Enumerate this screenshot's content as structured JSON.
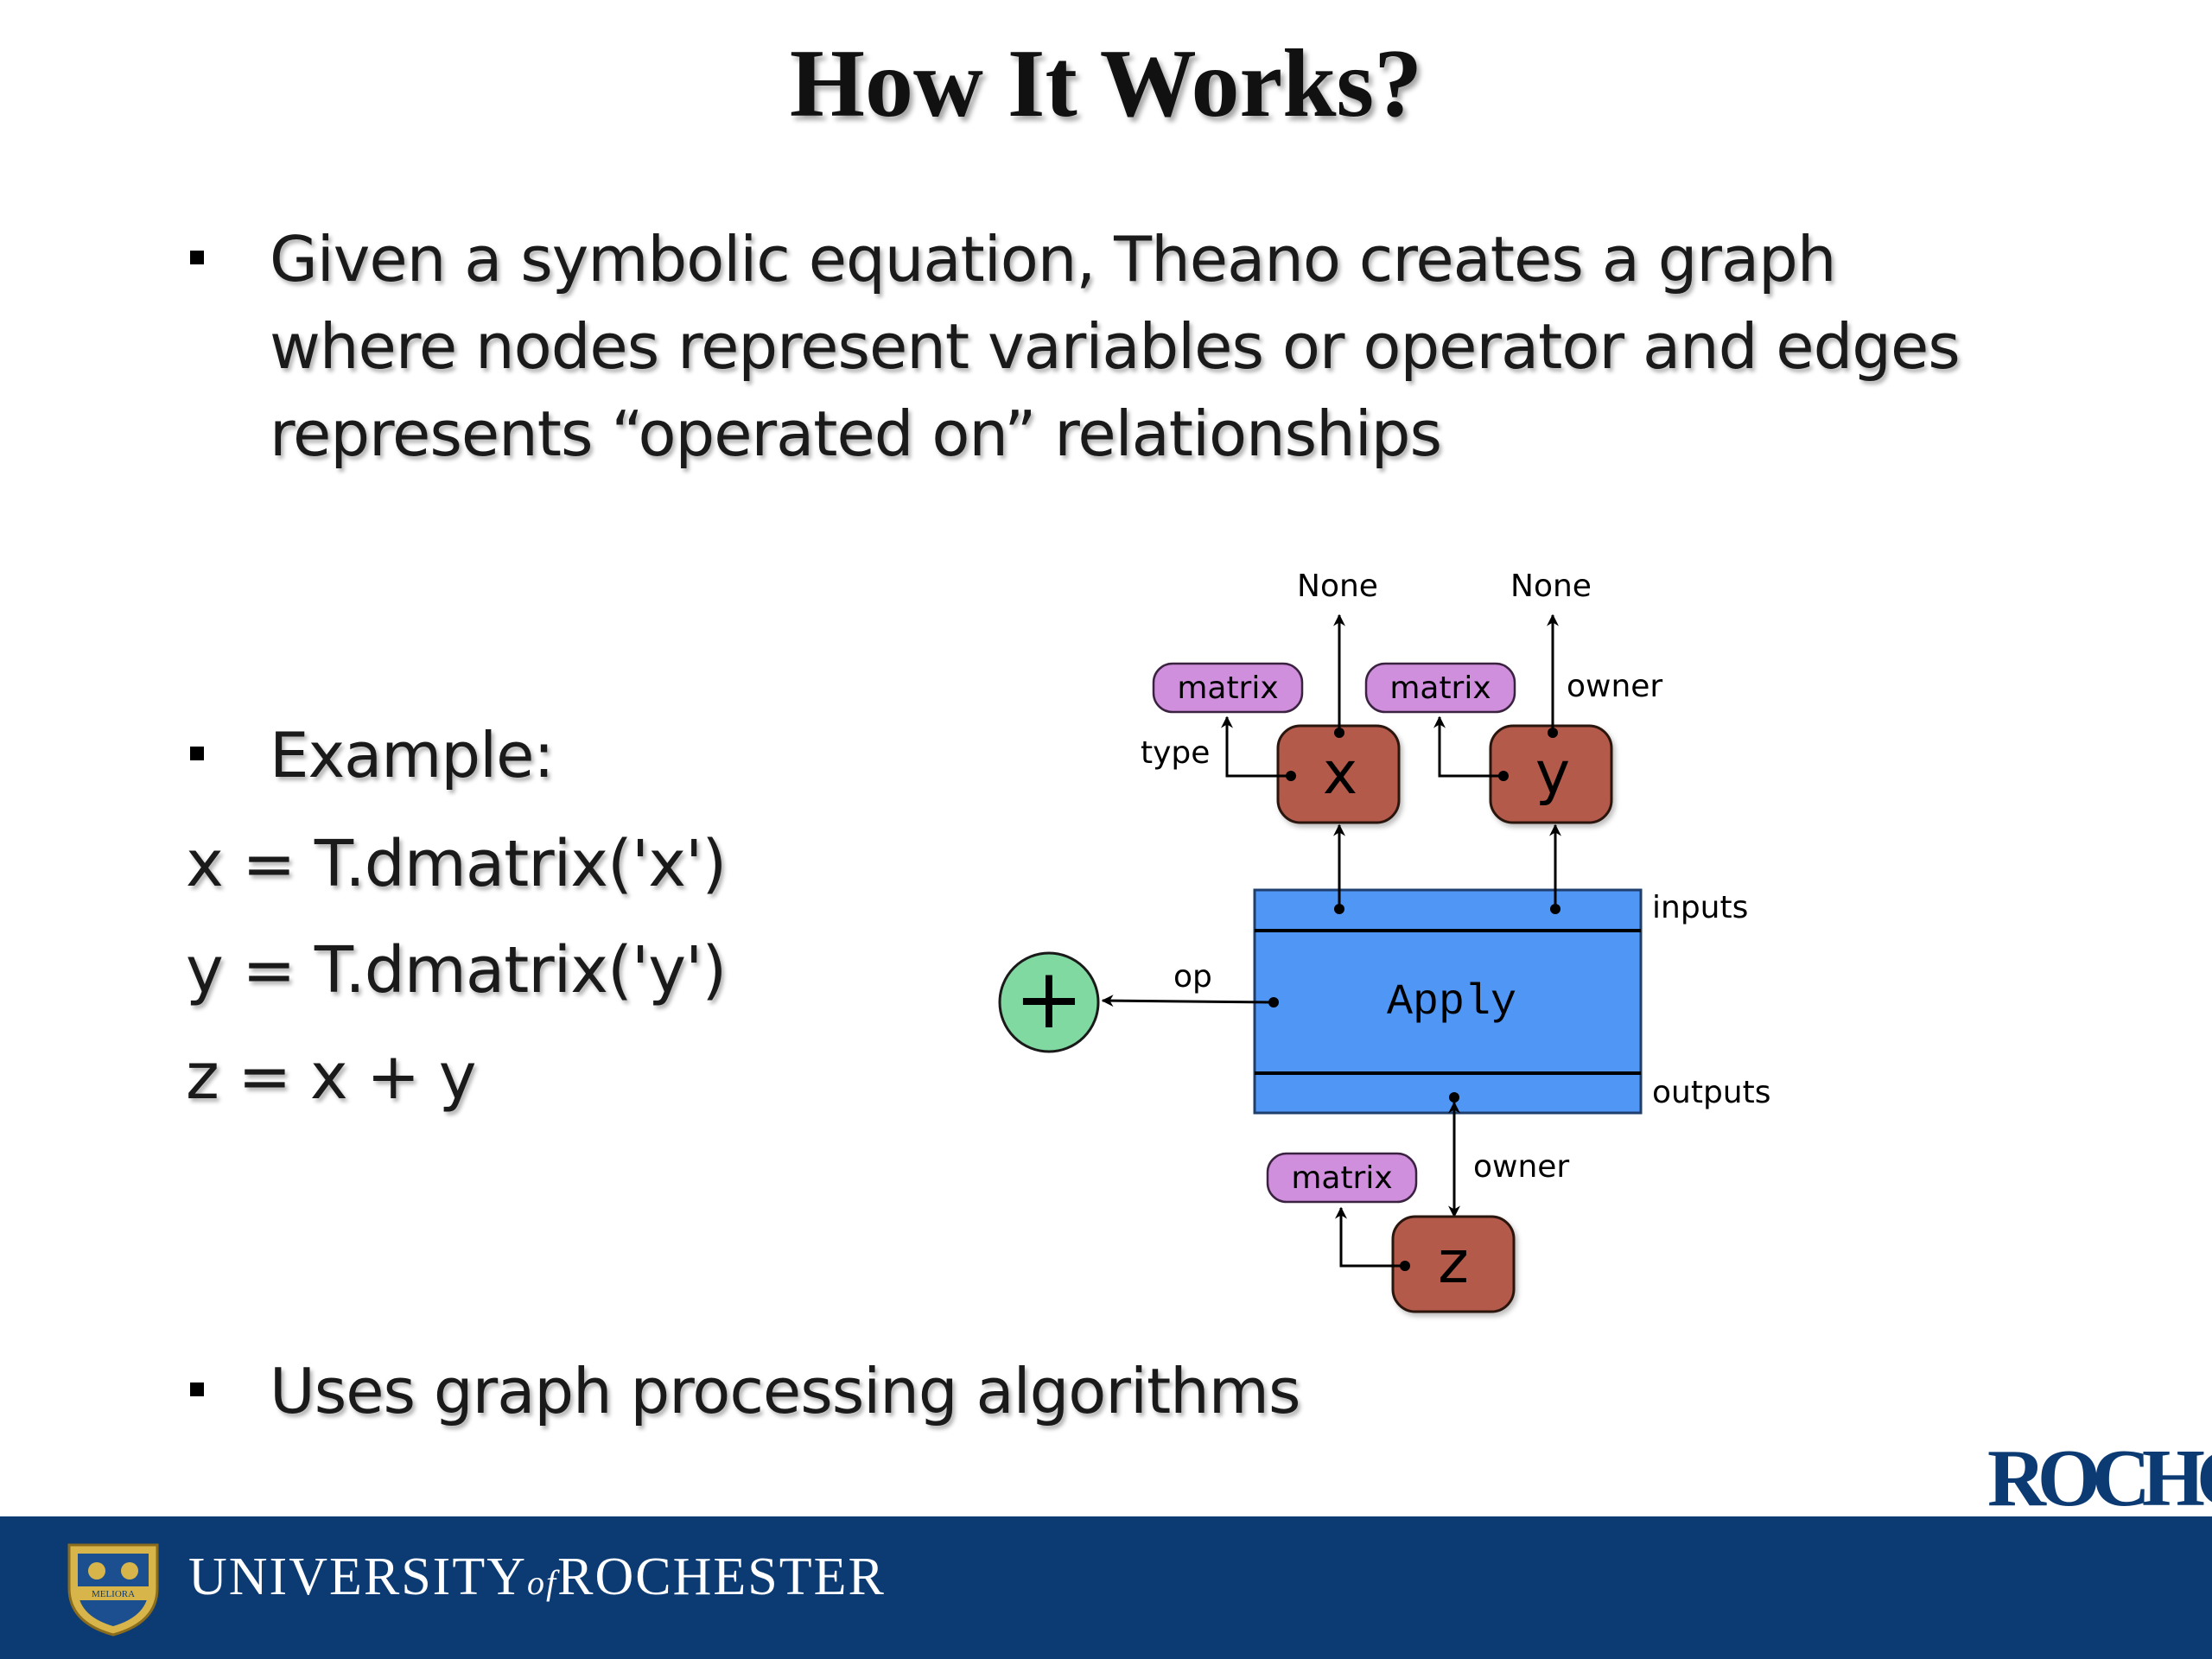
{
  "slide": {
    "title": "How It Works?"
  },
  "bullets": [
    {
      "lines": [
        "Given a symbolic equation, Theano creates a graph",
        "where nodes represent variables or operator and edges",
        "represents “operated on” relationships"
      ]
    },
    {
      "lines": [
        "Example:"
      ]
    },
    {
      "lines": [
        "Uses graph processing algorithms"
      ]
    }
  ],
  "code": [
    "x = T.dmatrix('x')",
    "y = T.dmatrix('y')",
    "z = x + y"
  ],
  "diagram": {
    "apply_label": "Apply",
    "inputs_label": "inputs",
    "outputs_label": "outputs",
    "op_label": "op",
    "op_symbol": "+",
    "x_label": "x",
    "y_label": "y",
    "z_label": "z",
    "type_label": "type",
    "matrix_x": "matrix",
    "matrix_y": "matrix",
    "matrix_z": "matrix",
    "none_x": "None",
    "none_y": "None",
    "owner_y": "owner",
    "owner_z": "owner",
    "colors": {
      "apply": "#4f96f5",
      "variable": "#b35a4c",
      "type_pill": "#cf8fdc",
      "op_circle": "#7fd9a1"
    }
  },
  "footer": {
    "university": "UNIVERSITY",
    "of": "of",
    "rochester": "ROCHESTER",
    "logo_text": "ROCHCL",
    "seal_text": "MELIORA",
    "color": "#0c3b74"
  }
}
